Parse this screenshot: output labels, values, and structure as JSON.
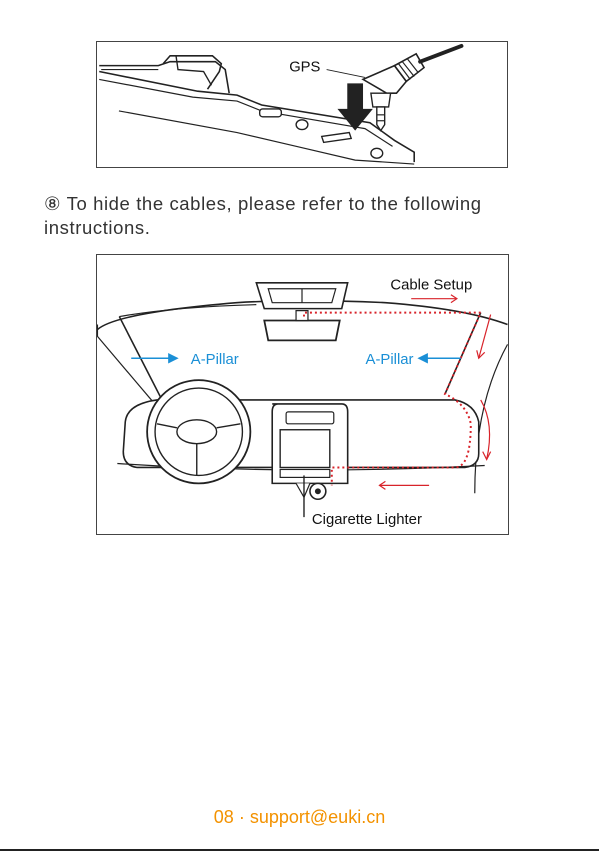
{
  "figure_top": {
    "gps_label": "GPS"
  },
  "instruction": {
    "number": "⑧",
    "text": "To hide the cables, please refer to the following instructions."
  },
  "figure_car": {
    "cable_setup": "Cable Setup",
    "a_pillar_left": "A-Pillar",
    "a_pillar_right": "A-Pillar",
    "cigarette_lighter": "Cigarette Lighter"
  },
  "colors": {
    "blue": "#1a8fd6",
    "red": "#d8232a",
    "orange": "#f39200"
  },
  "footer": {
    "page": "08",
    "separator": "·",
    "email": "support@euki.cn"
  }
}
